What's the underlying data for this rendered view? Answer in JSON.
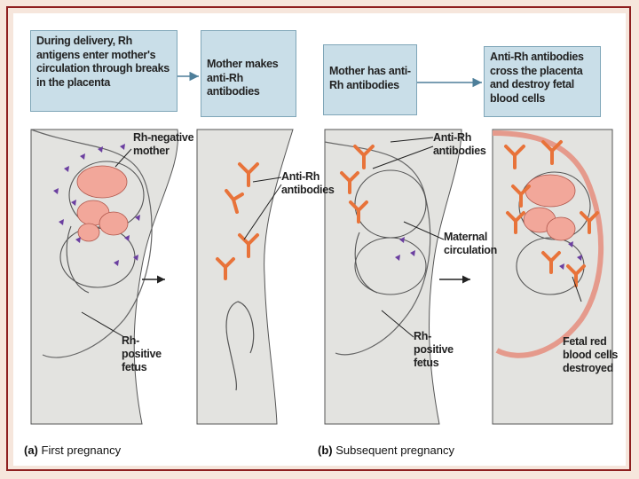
{
  "callouts": [
    "During delivery, Rh antigens enter mother's circulation through breaks in the placenta",
    "Mother makes anti-Rh antibodies",
    "Mother has anti-Rh antibodies",
    "Anti-Rh antibodies cross the placenta and destroy fetal blood cells"
  ],
  "labels": {
    "rh_negative_mother": "Rh-negative mother",
    "rh_positive_fetus_a": "Rh-positive fetus",
    "anti_rh_antibodies_a": "Anti-Rh antibodies",
    "anti_rh_antibodies_b": "Anti-Rh antibodies",
    "maternal_circulation": "Maternal circulation",
    "rh_positive_fetus_b": "Rh-positive fetus",
    "fetal_rbc_destroyed": "Fetal red blood cells destroyed"
  },
  "captions": {
    "a_letter": "(a)",
    "a_text": "First pregnancy",
    "b_letter": "(b)",
    "b_text": "Subsequent pregnancy"
  },
  "colors": {
    "callout_fill": "#c9dee8",
    "antibody": "#e8733a",
    "antigen": "#6b3fa0",
    "fetal_tissue": "#f2a79a",
    "body_fill": "#e3e3e0",
    "frame": "#8e1f1f"
  }
}
